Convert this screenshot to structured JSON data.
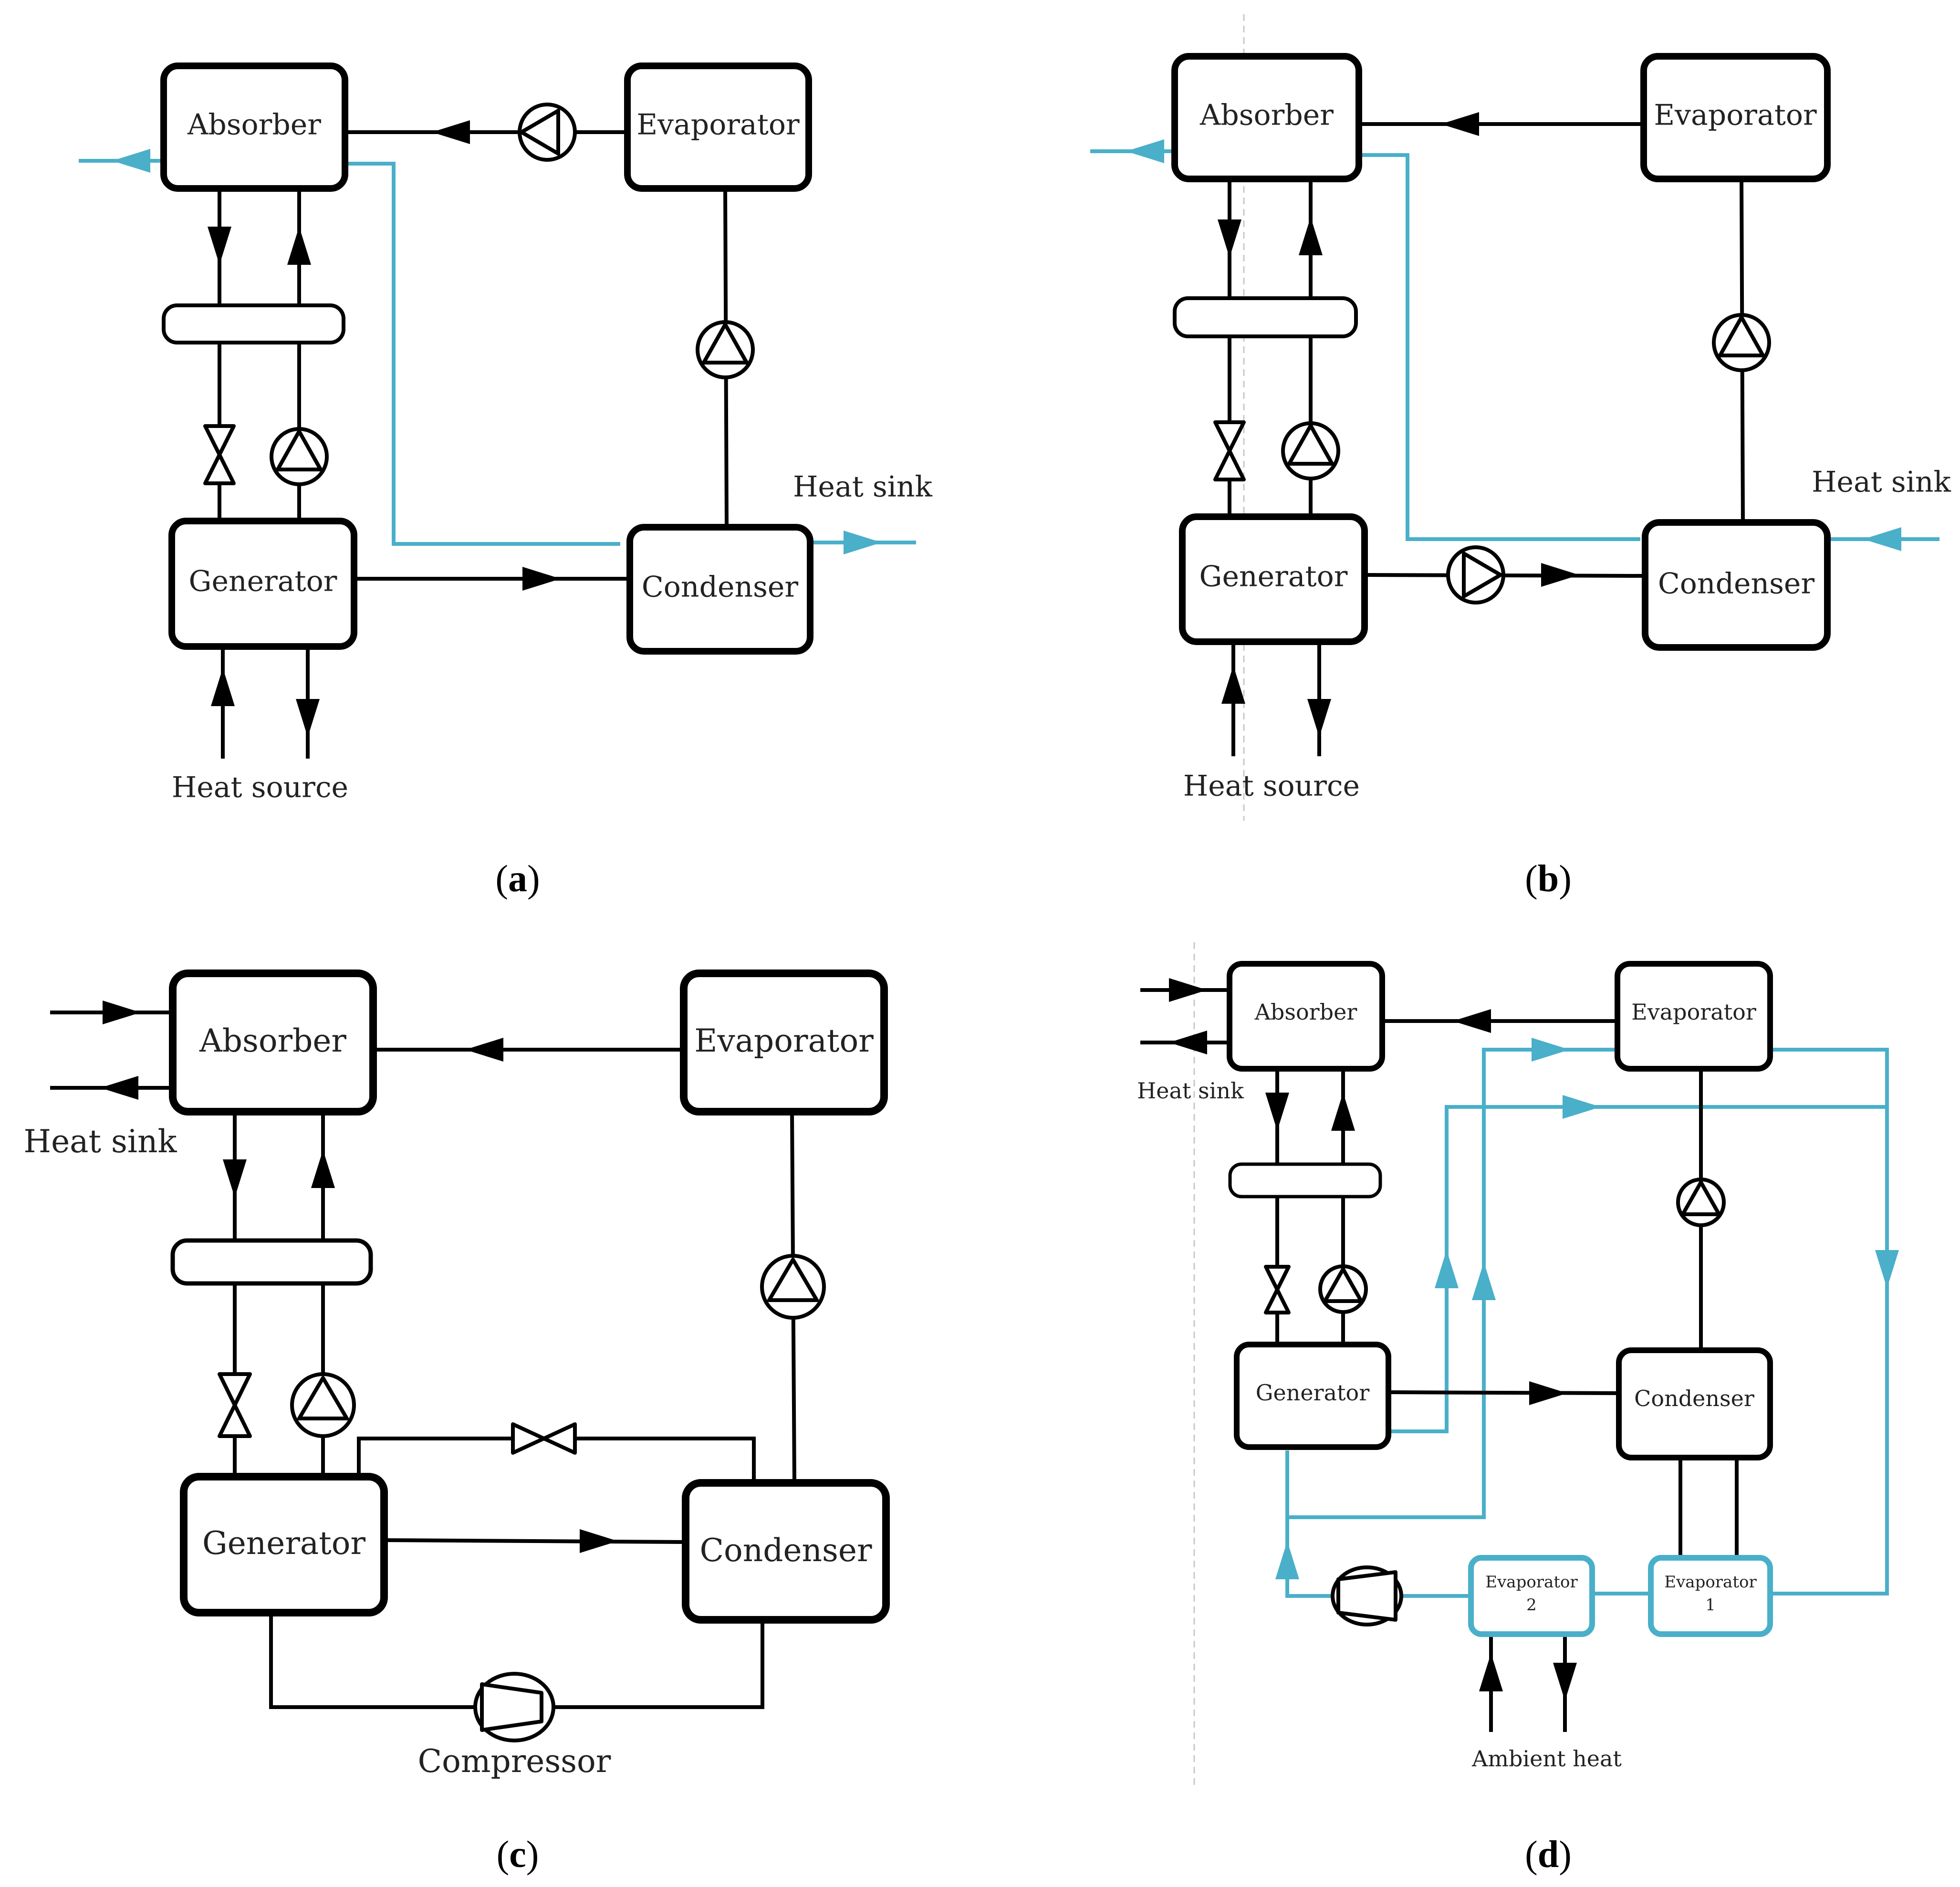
{
  "panels": {
    "a": {
      "caption": "a",
      "absorber": "Absorber",
      "evaporator": "Evaporator",
      "generator": "Generator",
      "condenser": "Condenser",
      "heat_sink": "Heat sink",
      "heat_source": "Heat source"
    },
    "b": {
      "caption": "b",
      "absorber": "Absorber",
      "evaporator": "Evaporator",
      "generator": "Generator",
      "condenser": "Condenser",
      "heat_sink": "Heat sink",
      "heat_source": "Heat source"
    },
    "c": {
      "caption": "c",
      "absorber": "Absorber",
      "evaporator": "Evaporator",
      "generator": "Generator",
      "condenser": "Condenser",
      "heat_sink": "Heat sink",
      "compressor": "Compressor"
    },
    "d": {
      "caption": "d",
      "absorber": "Absorber",
      "evaporator": "Evaporator",
      "generator": "Generator",
      "condenser": "Condenser",
      "heat_sink": "Heat sink",
      "evaporator2_line1": "Evaporator",
      "evaporator2_line2": "2",
      "evaporator1_line1": "Evaporator",
      "evaporator1_line2": "1",
      "ambient_heat": "Ambient heat"
    }
  },
  "colors": {
    "process_line": "#000000",
    "heat_transfer_line": "#4aafc9"
  },
  "icons": [
    "pump-icon",
    "valve-icon",
    "compressor-icon",
    "flow-arrow-icon"
  ]
}
